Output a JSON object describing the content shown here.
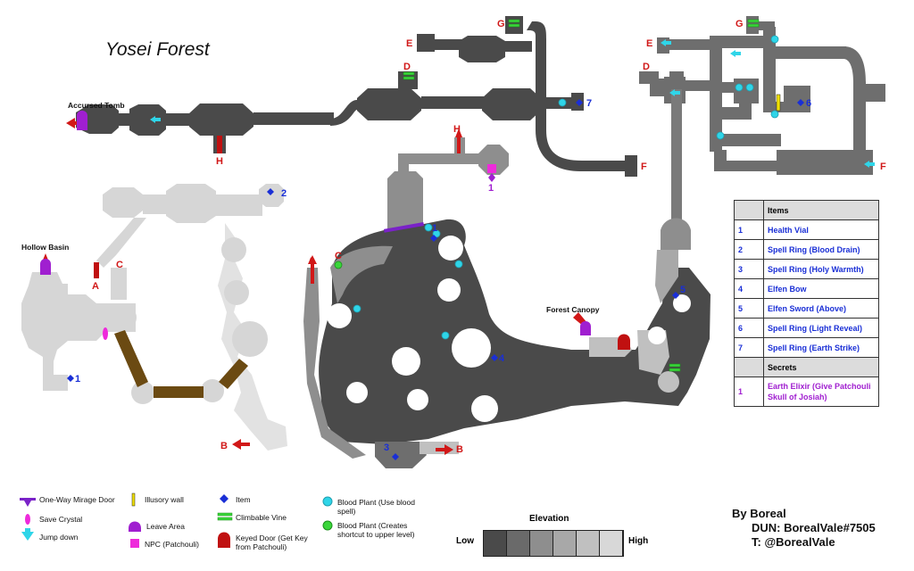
{
  "map": {
    "title": "Yosei Forest",
    "area_labels": {
      "accursed_tomb": "Accursed Tomb",
      "hollow_basin": "Hollow Basin",
      "forest_canopy": "Forest Canopy"
    },
    "markers": {
      "a": "A",
      "b": "B",
      "c": "C",
      "d": "D",
      "e": "E",
      "f": "F",
      "g": "G",
      "h": "H",
      "n1": "1",
      "n2": "2",
      "n3": "3",
      "n4": "4",
      "n5": "5",
      "n6": "6",
      "n7": "7"
    }
  },
  "items_table": {
    "header": "Items",
    "rows": [
      {
        "num": "1",
        "name": "Health Vial"
      },
      {
        "num": "2",
        "name": "Spell Ring (Blood Drain)"
      },
      {
        "num": "3",
        "name": "Spell Ring (Holy Warmth)"
      },
      {
        "num": "4",
        "name": "Elfen Bow"
      },
      {
        "num": "5",
        "name": "Elfen Sword (Above)"
      },
      {
        "num": "6",
        "name": "Spell Ring (Light Reveal)"
      },
      {
        "num": "7",
        "name": "Spell Ring (Earth Strike)"
      }
    ],
    "secrets_header": "Secrets",
    "secrets": [
      {
        "num": "1",
        "name": "Earth Elixir (Give Patchouli Skull of Josiah)"
      }
    ]
  },
  "legend": {
    "mirage": "One-Way Mirage Door",
    "save": "Save Crystal",
    "jump": "Jump down",
    "illusory": "Illusory wall",
    "leave": "Leave Area",
    "npc": "NPC (Patchouli)",
    "item": "Item",
    "vine": "Climbable Vine",
    "keyed": "Keyed Door (Get Key from Patchouli)",
    "blood_use": "Blood Plant (Use blood spell)",
    "blood_short": "Blood Plant (Creates shortcut to upper level)"
  },
  "elevation": {
    "title": "Elevation",
    "low": "Low",
    "high": "High",
    "colors": [
      "#4a4a4a",
      "#6a6a6a",
      "#8e8e8e",
      "#a8a8a8",
      "#c0c0c0",
      "#d8d8d8"
    ]
  },
  "credits": {
    "author": "By Boreal",
    "dun": "DUN: BorealVale#7505",
    "twitter": "T: @BorealVale"
  },
  "colors": {
    "dark": "#4a4a4a",
    "mid": "#6e6e6e",
    "light": "#d6d6d6",
    "lighter": "#e2e2e2",
    "bridge": "#6b4a12",
    "marker_red": "#d11818",
    "item_blue": "#1a2fd6",
    "purple": "#a01fd0",
    "cyan": "#2fd5e8",
    "green": "#3ad63a"
  }
}
